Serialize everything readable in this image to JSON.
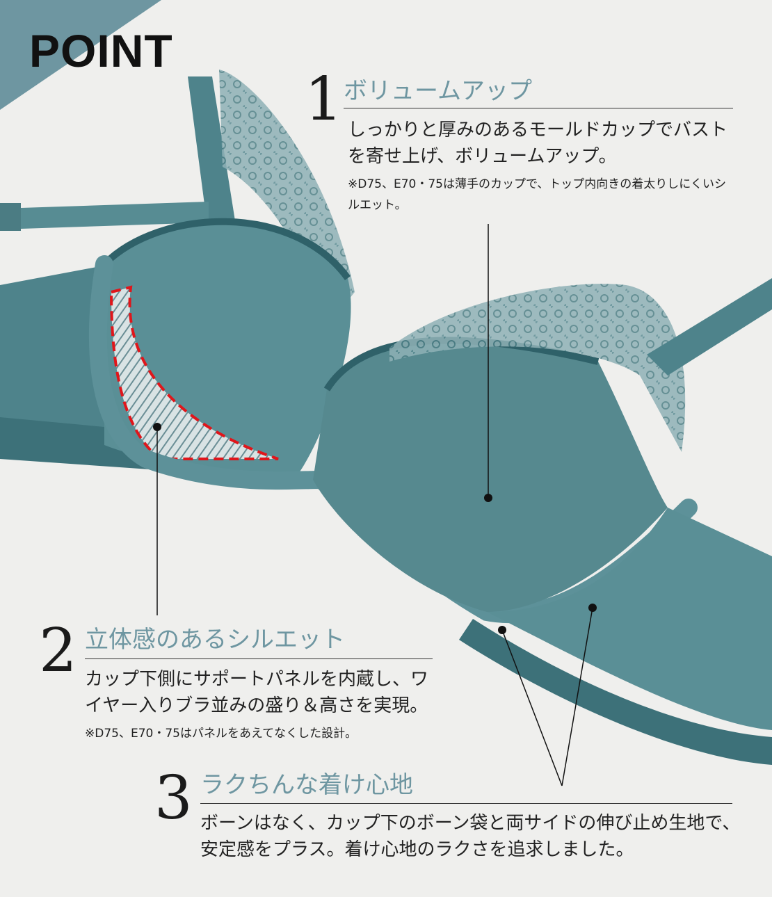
{
  "header": {
    "label": "POINT"
  },
  "colors": {
    "accent": "#6e96a1",
    "fabric": "#4e838b",
    "fabric_dark": "#2f6169",
    "highlight_outline": "#e0161b",
    "background": "#efefed"
  },
  "points": [
    {
      "number": "1",
      "heading": "ボリュームアップ",
      "body": "しっかりと厚みのあるモールドカップでバストを寄せ上げ、ボリュームアップ。",
      "note": "※D75、E70・75は薄手のカップで、トップ内向きの着太りしにくいシルエット。"
    },
    {
      "number": "2",
      "heading": "立体感のあるシルエット",
      "body": "カップ下側にサポートパネルを内蔵し、ワイヤー入りブラ並みの盛り＆高さを実現。",
      "note": "※D75、E70・75はパネルをあえてなくした設計。"
    },
    {
      "number": "3",
      "heading": "ラクちんな着け心地",
      "body": "ボーンはなく、カップ下のボーン袋と両サイドの伸び止め生地で、安定感をプラス。着け心地のラクさを追求しました。"
    }
  ]
}
